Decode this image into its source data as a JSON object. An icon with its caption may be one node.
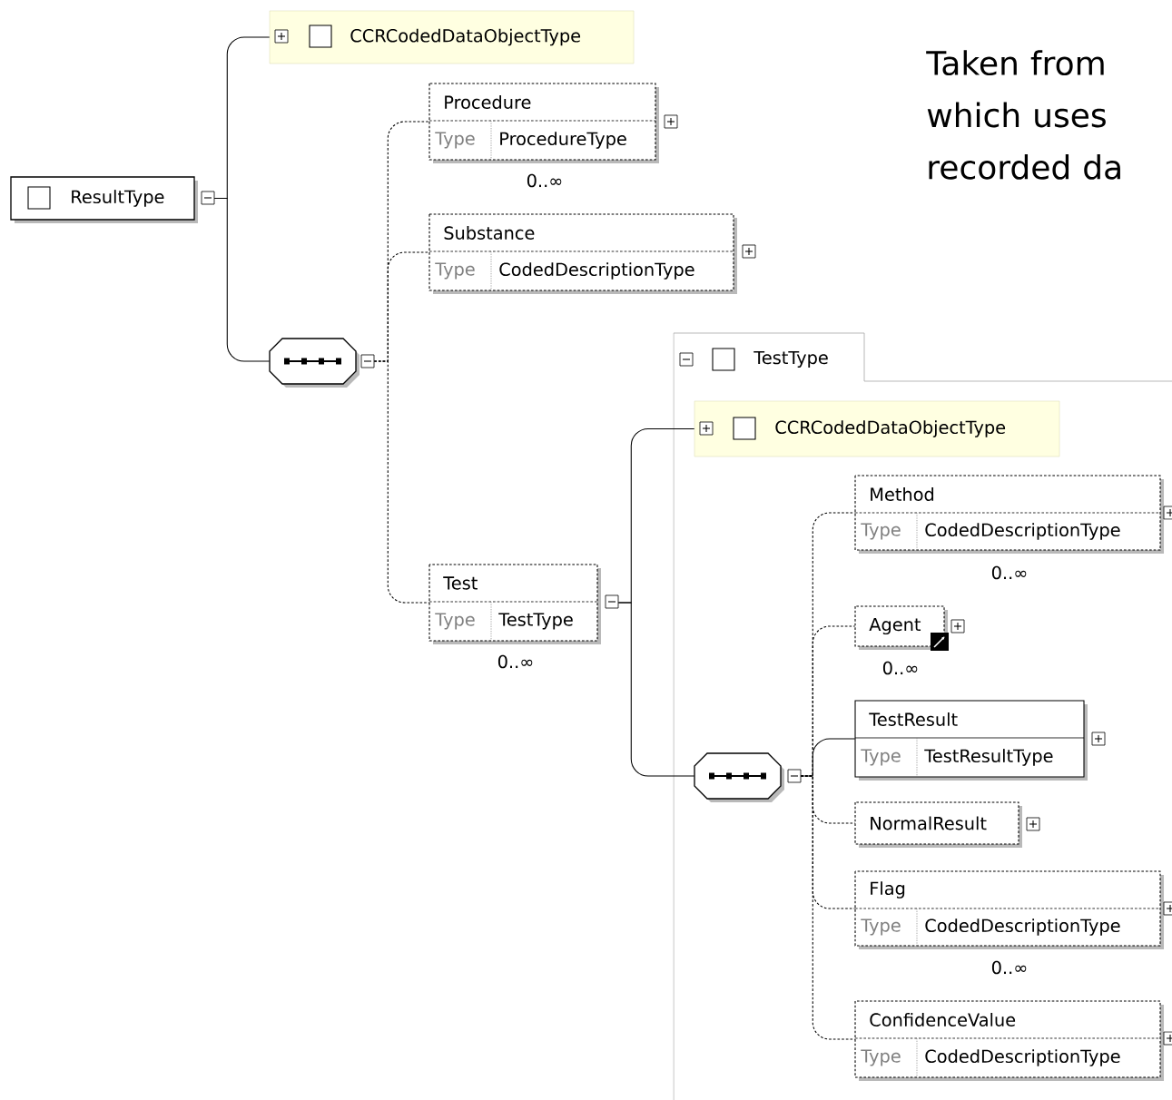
{
  "diagram": {
    "nodes": [
      {
        "text": [
          "ResultType"
        ]
      },
      {
        "text": [
          "CCRCodedDataObjectType"
        ]
      },
      {
        "text": [],
        "shape": "octagon"
      },
      {
        "text": [
          "Procedure",
          "Type",
          "ProcedureType"
        ],
        "beside": [
          "0..∞"
        ]
      },
      {
        "text": [
          "Substance",
          "Type",
          "CodedDescriptionType"
        ]
      },
      {
        "text": [
          "Test",
          "Type",
          "TestType"
        ],
        "beside": [
          "0..∞"
        ]
      },
      {
        "text": [
          "TestType"
        ]
      },
      {
        "text": [
          "CCRCodedDataObjectType"
        ],
        "in": 6
      },
      {
        "text": [],
        "shape": "octagon",
        "in": 6
      },
      {
        "text": [
          "Method",
          "Type",
          "CodedDescriptionType"
        ],
        "beside": [
          "0..∞"
        ],
        "in": 6
      },
      {
        "text": [
          "Agent"
        ],
        "beside": [
          "0..∞"
        ],
        "in": 6
      },
      {
        "text": [
          "TestResult",
          "Type",
          "TestResultType"
        ],
        "in": 6
      },
      {
        "text": [
          "NormalResult"
        ],
        "in": 6
      },
      {
        "text": [
          "Flag",
          "Type",
          "CodedDescriptionType"
        ],
        "beside": [
          "0..∞"
        ],
        "in": 6
      },
      {
        "text": [
          "ConfidenceValue",
          "Type",
          "CodedDescriptionType"
        ],
        "in": 6
      }
    ],
    "edges": [
      {
        "from": 0,
        "to": 1,
        "arrow": "none"
      },
      {
        "from": 0,
        "to": 2,
        "arrow": "none"
      },
      {
        "from": 2,
        "to": 3,
        "arrow": "none",
        "style": "dashed"
      },
      {
        "from": 2,
        "to": 4,
        "arrow": "none",
        "style": "dashed"
      },
      {
        "from": 2,
        "to": 5,
        "arrow": "none",
        "style": "dashed"
      },
      {
        "from": 5,
        "to": 7,
        "arrow": "none"
      },
      {
        "from": 5,
        "to": 8,
        "arrow": "none"
      },
      {
        "from": 8,
        "to": 9,
        "arrow": "none",
        "style": "dashed"
      },
      {
        "from": 8,
        "to": 10,
        "arrow": "none",
        "style": "dashed"
      },
      {
        "from": 8,
        "to": 11,
        "arrow": "none"
      },
      {
        "from": 8,
        "to": 12,
        "arrow": "none",
        "style": "dashed"
      },
      {
        "from": 8,
        "to": 13,
        "arrow": "none",
        "style": "dashed"
      },
      {
        "from": 8,
        "to": 14,
        "arrow": "none",
        "style": "dashed"
      }
    ],
    "labels": [
      "Taken from which uses recorded da"
    ]
  }
}
